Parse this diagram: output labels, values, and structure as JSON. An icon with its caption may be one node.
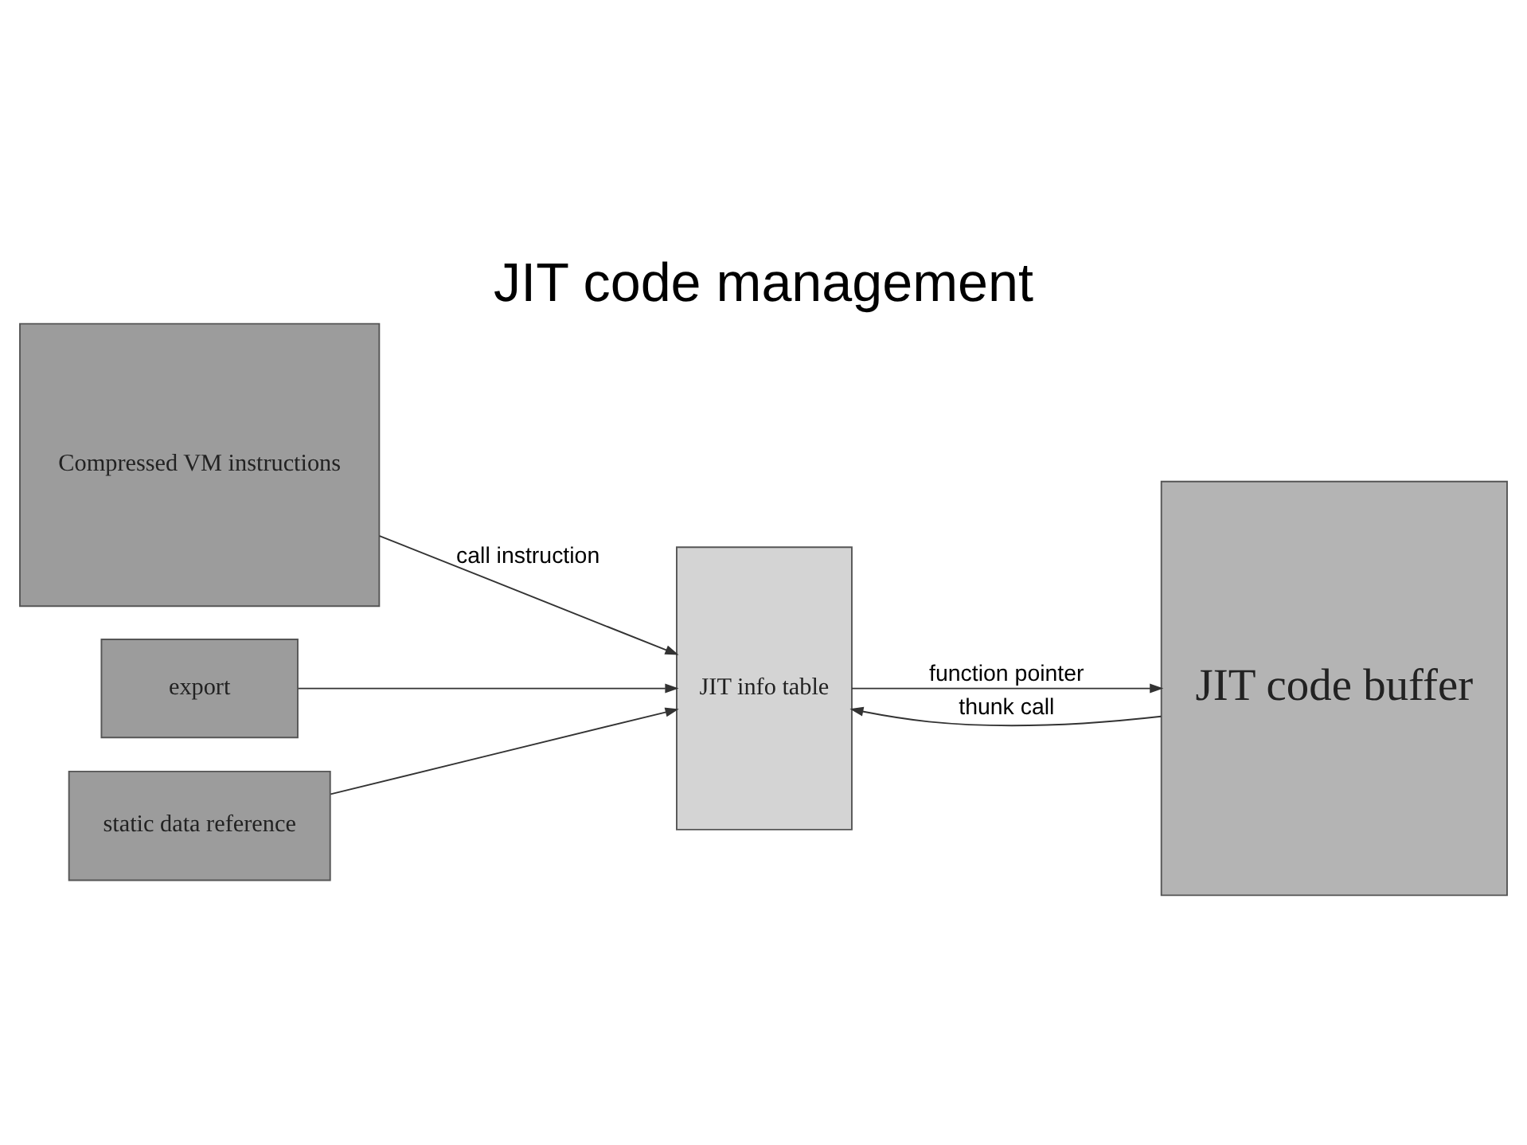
{
  "diagram": {
    "title": "JIT code management",
    "nodes": [
      {
        "text": [
          "Compressed VM instructions"
        ]
      },
      {
        "text": [
          "export"
        ]
      },
      {
        "text": [
          "static data reference"
        ]
      },
      {
        "text": [
          "JIT info table"
        ]
      },
      {
        "text": [
          "JIT code buffer"
        ]
      }
    ],
    "edges": [
      {
        "from": 0,
        "to": 3,
        "arrow": "to",
        "label": "call instruction"
      },
      {
        "from": 1,
        "to": 3,
        "arrow": "to"
      },
      {
        "from": 2,
        "to": 3,
        "arrow": "to"
      },
      {
        "from": 3,
        "to": 4,
        "arrow": "to",
        "label": "function pointer"
      },
      {
        "from": 4,
        "to": 3,
        "arrow": "to",
        "label": "thunk call"
      }
    ]
  }
}
